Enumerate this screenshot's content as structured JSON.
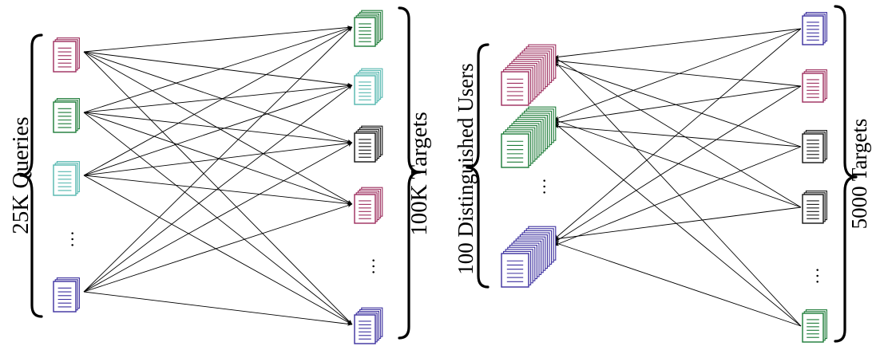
{
  "colors": {
    "magenta": "#9c2c5c",
    "green": "#1b7a36",
    "cyan": "#52b6ae",
    "black": "#111111",
    "purple": "#3b2f9e"
  },
  "left_panel": {
    "queries_label": "25K Queries",
    "targets_label": "100K Targets",
    "query_ellipsis": "…",
    "target_ellipsis": "…",
    "queries": [
      {
        "color": "magenta",
        "stack": 3
      },
      {
        "color": "green",
        "stack": 3
      },
      {
        "color": "cyan",
        "stack": 3
      },
      {
        "color": "purple",
        "stack": 3
      }
    ],
    "targets": [
      {
        "color": "green",
        "stack": 5
      },
      {
        "color": "cyan",
        "stack": 5
      },
      {
        "color": "black",
        "stack": 5
      },
      {
        "color": "magenta",
        "stack": 5
      },
      {
        "color": "purple",
        "stack": 5
      }
    ]
  },
  "right_panel": {
    "users_label": "100 Distinguished Users",
    "targets_label": "5000 Targets",
    "user_ellipsis": "…",
    "target_ellipsis": "…",
    "users": [
      {
        "color": "magenta",
        "stack": 14
      },
      {
        "color": "green",
        "stack": 14
      },
      {
        "color": "purple",
        "stack": 14
      }
    ],
    "targets": [
      {
        "color": "purple",
        "stack": 3
      },
      {
        "color": "magenta",
        "stack": 3
      },
      {
        "color": "black",
        "stack": 3
      },
      {
        "color": "black",
        "stack": 3
      },
      {
        "color": "green",
        "stack": 3
      }
    ]
  }
}
